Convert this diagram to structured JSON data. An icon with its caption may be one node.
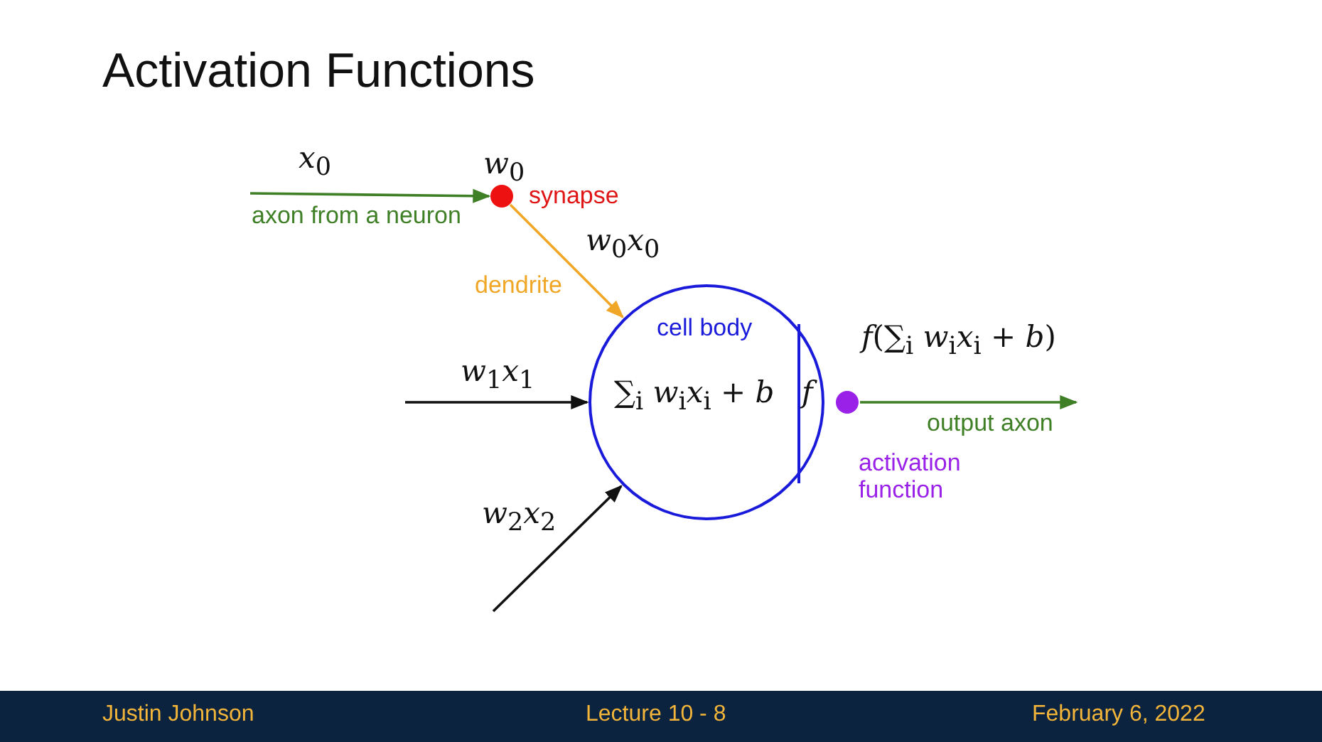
{
  "diagram": {
    "title": "Activation Functions",
    "nodes": [
      {
        "text": [],
        "shape": "circle",
        "beside": [
          "*w*$_{0}$",
          "synapse"
        ]
      },
      {
        "text": [
          "cell body",
          "∑$_{i}$ *w*$_{i}$*x*$_{i}$ + *b*",
          "*f*"
        ]
      },
      {
        "text": [],
        "shape": "circle",
        "beside": [
          "*f*(∑$_{i}$ *w*$_{i}$*x*$_{i}$ + *b*)"
        ]
      }
    ],
    "edges": [
      {
        "from": null,
        "to": 0,
        "arrow": "to",
        "color": "#3f7f26",
        "label": "axon from a neuron"
      },
      {
        "from": 0,
        "to": 1,
        "arrow": "to",
        "color": "#f0a626",
        "label": "dendrite"
      },
      {
        "from": null,
        "to": 1,
        "arrow": "to",
        "color": "#111111",
        "label": "*w*$_{1}$*x*$_{1}$"
      },
      {
        "from": null,
        "to": 1,
        "arrow": "to",
        "color": "#111111",
        "label": "*w*$_{2}$*x*$_{2}$"
      },
      {
        "from": 2,
        "to": null,
        "arrow": "to",
        "color": "#3f7f26",
        "label": "output axon"
      }
    ],
    "labels": [
      "*x*$_{0}$",
      "*w*$_{0}$*x*$_{0}$",
      "activation function",
      "Justin Johnson",
      "Lecture 10 - 8",
      "February 6, 2022"
    ]
  }
}
